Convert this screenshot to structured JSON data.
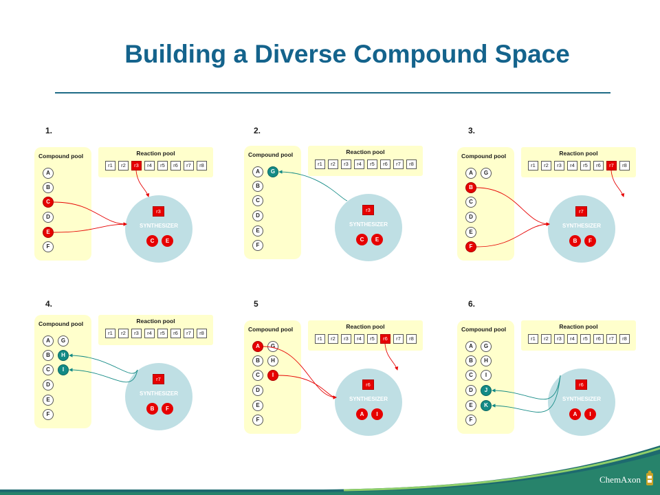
{
  "slide": {
    "title": "Building a Diverse Compound Space"
  },
  "labels": {
    "compound_pool": "Compound pool",
    "reaction_pool": "Reaction pool",
    "synthesizer": "SYNTHESIZER"
  },
  "reactions": [
    "r1",
    "r2",
    "r3",
    "r4",
    "r5",
    "r6",
    "r7",
    "r8"
  ],
  "steps": [
    {
      "label": "1.",
      "col1": [
        "A",
        "B",
        "C",
        "D",
        "E",
        "F"
      ],
      "col2": [],
      "highlight_red": [
        "C",
        "E"
      ],
      "highlight_teal": [],
      "active_reaction": "r3",
      "synth_reaction": "r3",
      "synth_compounds": [
        "C",
        "E"
      ],
      "flow": "in"
    },
    {
      "label": "2.",
      "col1": [
        "A",
        "B",
        "C",
        "D",
        "E",
        "F"
      ],
      "col2": [
        "G"
      ],
      "highlight_red": [],
      "highlight_teal": [
        "G"
      ],
      "active_reaction": "",
      "synth_reaction": "r3",
      "synth_compounds": [
        "C",
        "E"
      ],
      "flow": "out"
    },
    {
      "label": "3.",
      "col1": [
        "A",
        "B",
        "C",
        "D",
        "E",
        "F"
      ],
      "col2": [
        "G"
      ],
      "highlight_red": [
        "B",
        "F"
      ],
      "highlight_teal": [],
      "active_reaction": "r7",
      "synth_reaction": "r7",
      "synth_compounds": [
        "B",
        "F"
      ],
      "flow": "in"
    },
    {
      "label": "4.",
      "col1": [
        "A",
        "B",
        "C",
        "D",
        "E",
        "F"
      ],
      "col2": [
        "G",
        "H",
        "I"
      ],
      "highlight_red": [],
      "highlight_teal": [
        "H",
        "I"
      ],
      "active_reaction": "",
      "synth_reaction": "r7",
      "synth_compounds": [
        "B",
        "F"
      ],
      "flow": "out"
    },
    {
      "label": "5",
      "col1": [
        "A",
        "B",
        "C",
        "D",
        "E",
        "F"
      ],
      "col2": [
        "G",
        "H",
        "I"
      ],
      "highlight_red": [
        "A",
        "I"
      ],
      "highlight_teal": [],
      "active_reaction": "r6",
      "synth_reaction": "r6",
      "synth_compounds": [
        "A",
        "I"
      ],
      "flow": "in"
    },
    {
      "label": "6.",
      "col1": [
        "A",
        "B",
        "C",
        "D",
        "E",
        "F"
      ],
      "col2": [
        "G",
        "H",
        "I",
        "J",
        "K"
      ],
      "highlight_red": [],
      "highlight_teal": [
        "J",
        "K"
      ],
      "active_reaction": "",
      "synth_reaction": "r6",
      "synth_compounds": [
        "A",
        "I"
      ],
      "flow": "out"
    }
  ],
  "footer": {
    "logo_text": "ChemAxon",
    "accent_color": "#1d6a85",
    "red": "#e60000",
    "teal": "#138a85"
  }
}
